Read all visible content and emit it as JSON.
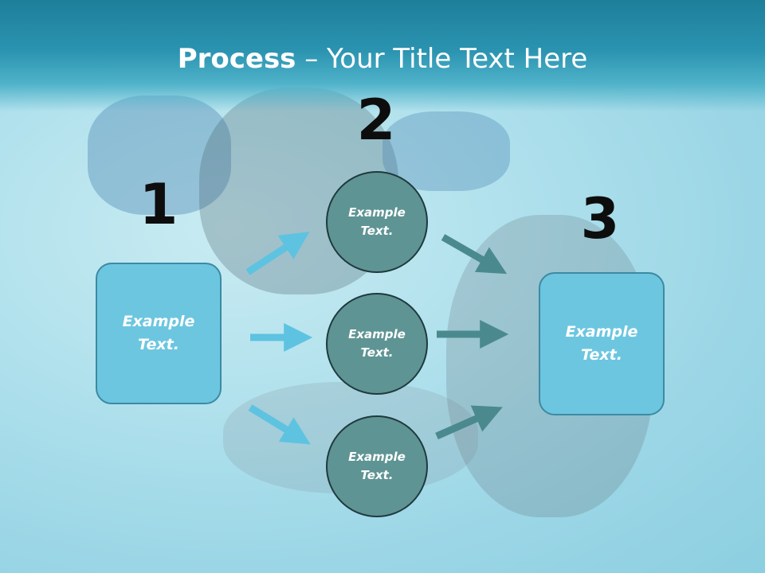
{
  "title": {
    "bold": "Process",
    "rest": " – Your Title Text Here"
  },
  "steps": {
    "one": {
      "number": "1",
      "text": "Example Text."
    },
    "two": {
      "number": "2"
    },
    "three": {
      "number": "3",
      "text": "Example Text."
    }
  },
  "circles": [
    {
      "text": "Example Text."
    },
    {
      "text": "Example Text."
    },
    {
      "text": "Example Text."
    }
  ],
  "colors": {
    "header": "#2a93b0",
    "box": "#6cc6e0",
    "circle": "#5f9494",
    "arrow_light": "#5ec3e0",
    "arrow_dark": "#4a8a8e"
  }
}
